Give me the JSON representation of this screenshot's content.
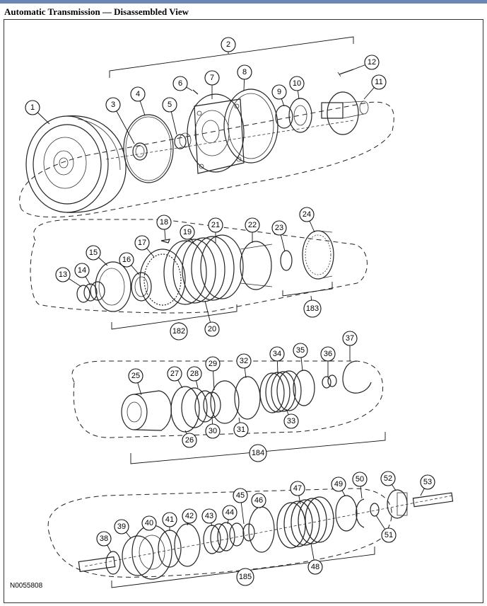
{
  "title": "Automatic Transmission — Disassembled View",
  "figure_code": "N0055808",
  "callouts": [
    "1",
    "2",
    "3",
    "4",
    "5",
    "6",
    "7",
    "8",
    "9",
    "10",
    "11",
    "12",
    "13",
    "14",
    "15",
    "16",
    "17",
    "18",
    "19",
    "20",
    "21",
    "22",
    "23",
    "24",
    "25",
    "26",
    "27",
    "28",
    "29",
    "30",
    "31",
    "32",
    "33",
    "34",
    "35",
    "36",
    "37",
    "38",
    "39",
    "40",
    "41",
    "42",
    "43",
    "44",
    "45",
    "46",
    "47",
    "48",
    "49",
    "50",
    "51",
    "52",
    "53",
    "182",
    "183",
    "184",
    "185"
  ]
}
